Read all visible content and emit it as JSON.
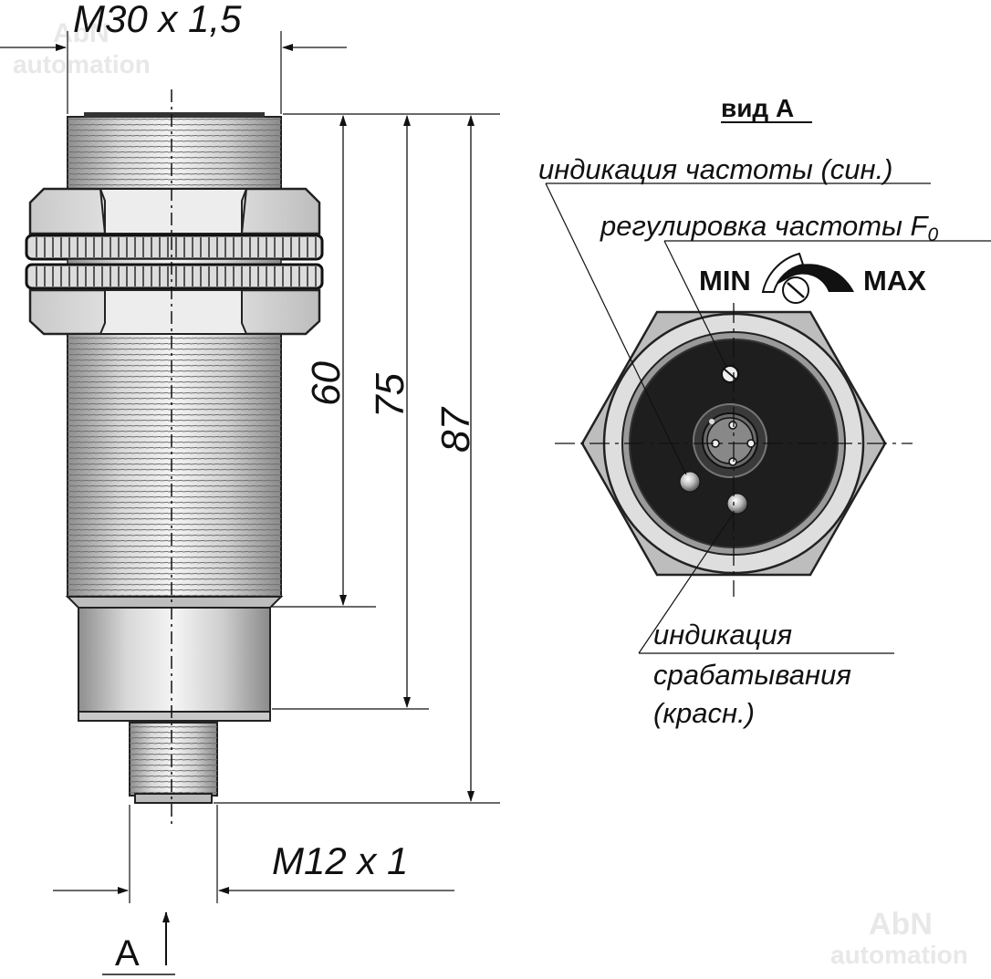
{
  "dimensions": {
    "thread_main": "M30 x 1,5",
    "thread_connector": "M12 x 1",
    "len_60": "60",
    "len_75": "75",
    "len_87": "87"
  },
  "view": {
    "letter": "A",
    "title": "вид А"
  },
  "labels": {
    "freq_indication": "индикация частоты (син.)",
    "freq_adjust": "регулировка частоты F",
    "freq_adjust_sub": "0",
    "min": "MIN",
    "max": "MAX",
    "trigger_line1": "индикация",
    "trigger_line2": "срабатывания",
    "trigger_line3": "(красн.)"
  },
  "watermark": {
    "brand": "AbN",
    "word": "automation"
  }
}
